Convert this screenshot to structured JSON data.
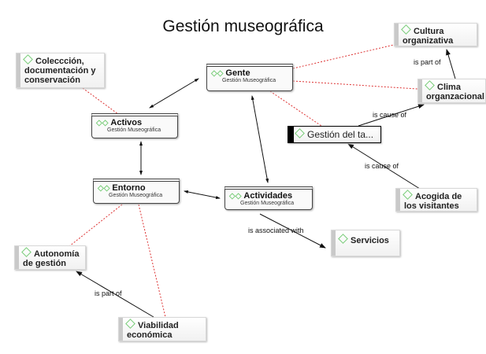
{
  "title": "Gestión museográfica",
  "groups": {
    "gente": {
      "title": "Gente",
      "subtitle": "Gestión Museográfica"
    },
    "activos": {
      "title": "Activos",
      "subtitle": "Gestión Museográfica"
    },
    "entorno": {
      "title": "Entorno",
      "subtitle": "Gestión Museográfica"
    },
    "actividades": {
      "title": "Actividades",
      "subtitle": "Gestión Museográfica"
    }
  },
  "codes": {
    "coleccion": "Coleccción, documentación y conservación",
    "cultura": "Cultura organizativa",
    "clima": "Clima organzacional",
    "gestion": "Gestión del ta...",
    "acogida": "Acogida de los visitantes",
    "servicios": "Servicios",
    "autonomia": "Autonomía de gestión",
    "viabilidad": "Viabilidad económica"
  },
  "relations": {
    "clima_cultura": "is part of",
    "gestion_clima": "is cause of",
    "acogida_gestion": "is cause of",
    "actividades_servicios": "is associated with",
    "viabilidad_autonomia": "is part of"
  }
}
